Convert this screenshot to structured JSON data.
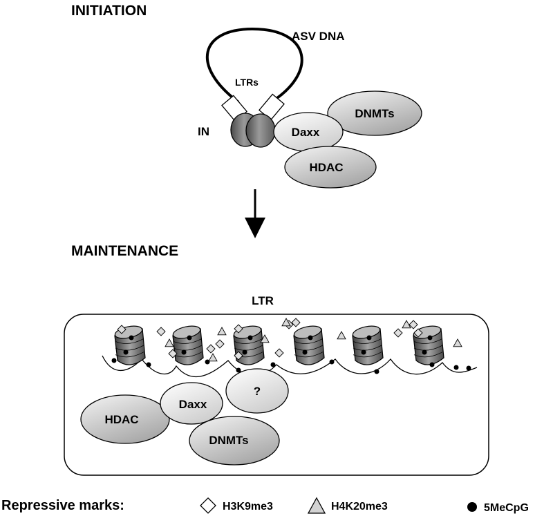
{
  "initiation": {
    "heading": "INITIATION",
    "dna_label": "ASV DNA",
    "ltrs_label": "LTRs",
    "in_label": "IN",
    "daxx_label": "Daxx",
    "dnmts_label": "DNMTs",
    "hdac_label": "HDAC"
  },
  "maintenance": {
    "heading": "MAINTENANCE",
    "ltr_label": "LTR",
    "unknown_label": "?",
    "daxx_label": "Daxx",
    "hdac_label": "HDAC",
    "dnmts_label": "DNMTs"
  },
  "legend": {
    "heading": "Repressive marks:",
    "items": [
      {
        "symbol": "diamond-icon",
        "label": "H3K9me3"
      },
      {
        "symbol": "triangle-icon",
        "label": "H4K20me3"
      },
      {
        "symbol": "filled-circle-icon",
        "label": "5MeCpG"
      }
    ]
  }
}
